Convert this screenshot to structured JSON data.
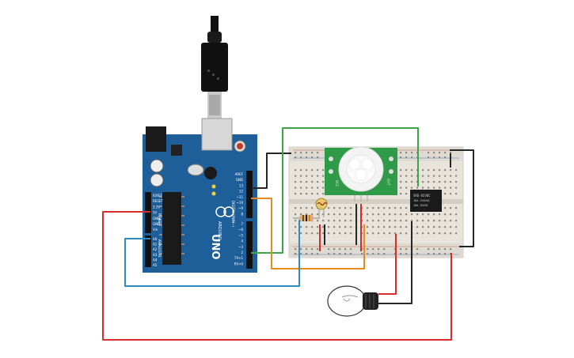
{
  "board": {
    "name_label": "UNO",
    "brand_label": "ARDUINO",
    "power_label": "POWER",
    "analog_label": "ANALOG IN",
    "digital_label": "DIGITAL (PWM~)",
    "power_pins": [
      "IOREF",
      "RESET",
      "3.3V",
      "5V",
      "GND",
      "GND",
      "Vin"
    ],
    "analog_pins": [
      "A0",
      "A1",
      "A2",
      "A3",
      "A4",
      "A5"
    ],
    "top_pins": [
      "AREF",
      "GND",
      "13",
      "12",
      "~11",
      "~10",
      "~9",
      "8"
    ],
    "low_pins": [
      "7",
      "~6",
      "~5",
      "4",
      "~3",
      "2",
      "TX>1",
      "RX<0"
    ]
  },
  "pir": {
    "left_label": "VCC",
    "right_label": "OUT"
  },
  "relay": {
    "lines": [
      "SRD-05VDC",
      "10A 250VAC",
      "10A 30VDC"
    ]
  },
  "colors": {
    "board": "#1e5f99",
    "breadboard": "#e8e4dc",
    "pir": "#2f9a47",
    "relay": "#1a1a1a",
    "wire_red": "#d62d2d",
    "wire_black": "#262626",
    "wire_green": "#3aa54a",
    "wire_orange": "#e88a1c",
    "wire_blue": "#2a8fbf"
  }
}
